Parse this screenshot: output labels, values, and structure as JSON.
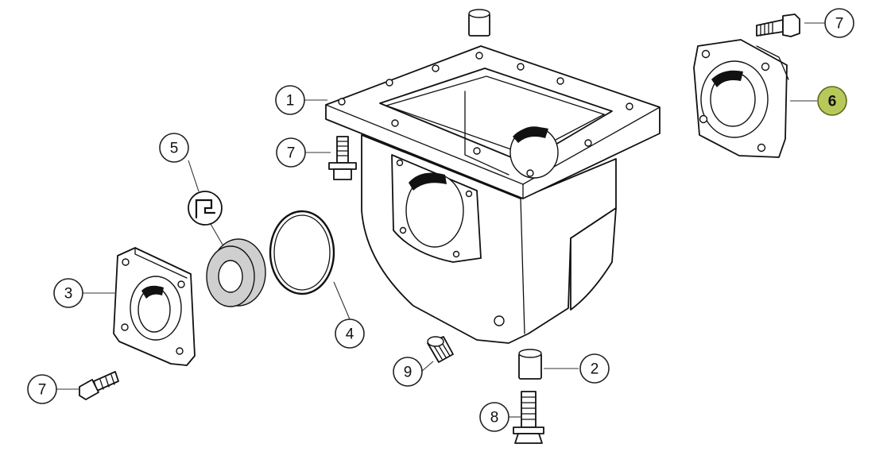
{
  "diagram": {
    "parts": [
      {
        "id": "housing",
        "label": "1"
      },
      {
        "id": "bushing-bottom",
        "label": "2"
      },
      {
        "id": "flange-cover-left",
        "label": "3"
      },
      {
        "id": "o-ring",
        "label": "4"
      },
      {
        "id": "shaft-seal",
        "label": "5"
      },
      {
        "id": "flange-cover-right",
        "label": "6",
        "highlighted": true
      },
      {
        "id": "bolt-top-right",
        "label": "7"
      },
      {
        "id": "bolt-housing-left",
        "label": "7"
      },
      {
        "id": "bolt-bottom-left",
        "label": "7"
      },
      {
        "id": "bolt-bottom",
        "label": "8"
      },
      {
        "id": "plug-screw",
        "label": "9"
      }
    ],
    "highlight_color": "#b9c85a"
  }
}
